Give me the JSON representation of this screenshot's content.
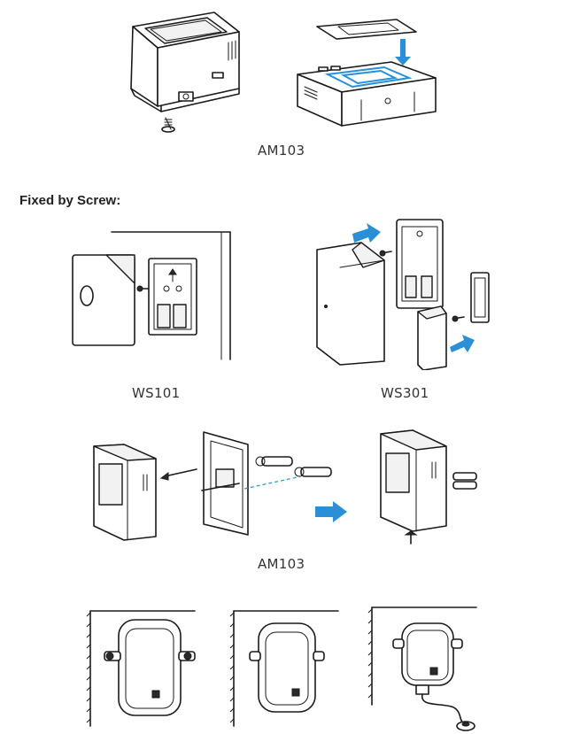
{
  "heading": "Fixed by Screw:",
  "captions": {
    "am103_top": "AM103",
    "ws101": "WS101",
    "ws301": "WS301",
    "am103_mid": "AM103"
  },
  "colors": {
    "arrow_blue": "#2a8fd6",
    "line": "#1a1a1a"
  }
}
